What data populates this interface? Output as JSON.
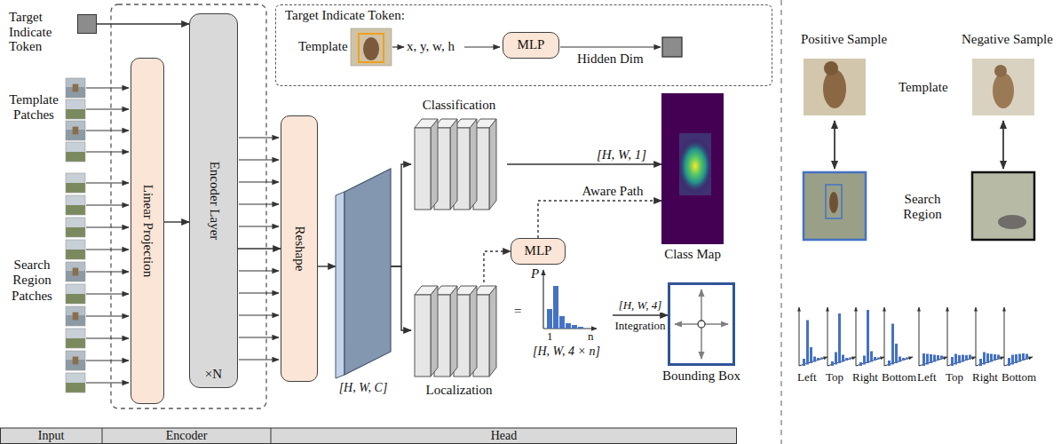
{
  "diagram": {
    "nodes": [
      {
        "text": [
          "Target Indicate Token"
        ]
      },
      {
        "text": [
          "Linear Projection"
        ]
      },
      {
        "text": [
          "Encoder Layer",
          "×N"
        ]
      },
      {
        "text": [
          "Target Indicate Token:"
        ]
      },
      {
        "text": [
          "MLP"
        ],
        "in": 3
      },
      {
        "text": [
          "Reshape"
        ]
      },
      {
        "text": [
          "[H, W, C]"
        ]
      },
      {
        "text": [
          "Classification"
        ]
      },
      {
        "text": [
          "Localization"
        ]
      },
      {
        "text": [
          "MLP"
        ]
      },
      {
        "text": [
          "Class Map"
        ]
      },
      {
        "text": [
          "P",
          "1",
          "n",
          "[H, W, 4 × n]"
        ]
      },
      {
        "text": [
          "Bounding Box"
        ]
      }
    ],
    "edges": [
      {
        "from": 0,
        "to": 2,
        "arrow": "to"
      },
      {
        "from": 1,
        "to": 2,
        "arrow": "to"
      },
      {
        "from": 2,
        "to": 5,
        "arrow": "to"
      },
      {
        "from": 5,
        "to": 6,
        "arrow": "to"
      },
      {
        "from": 6,
        "to": 7,
        "arrow": "to"
      },
      {
        "from": 6,
        "to": 8,
        "arrow": "to"
      },
      {
        "from": 7,
        "to": 10,
        "label": "[H, W, 1]",
        "arrow": "to"
      },
      {
        "from": 8,
        "to": 9,
        "arrow": "to"
      },
      {
        "from": 9,
        "to": 10,
        "label": "Aware Path",
        "arrow": "to"
      },
      {
        "from": 11,
        "to": 12,
        "label": "[H, W, 4]",
        "arrow": "to"
      }
    ],
    "labels": [
      "Template Patches",
      "Search Region Patches",
      "Template",
      "x, y, w, h",
      "Hidden Dim",
      "=",
      "Integration",
      "Input",
      "Encoder",
      "Head",
      "Positive Sample",
      "Negative Sample",
      "Template",
      "Search Region",
      "Left",
      "Top",
      "Right",
      "Bottom",
      "Left",
      "Top",
      "Right",
      "Bottom"
    ]
  }
}
